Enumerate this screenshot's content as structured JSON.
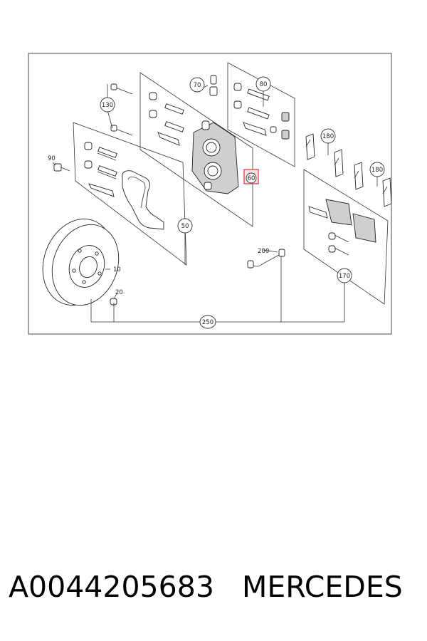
{
  "diagram": {
    "callouts": {
      "c10": "10",
      "c20": "20",
      "c50": "50",
      "c60": "60",
      "c70": "70",
      "c80": "80",
      "c90": "90",
      "c130": "130",
      "c170": "170",
      "c180a": "180",
      "c180b": "180",
      "c200": "200",
      "c250": "250"
    },
    "highlight_color": "#e0303a"
  },
  "footer": {
    "part_number": "A0044205683",
    "brand": "MERCEDES"
  }
}
